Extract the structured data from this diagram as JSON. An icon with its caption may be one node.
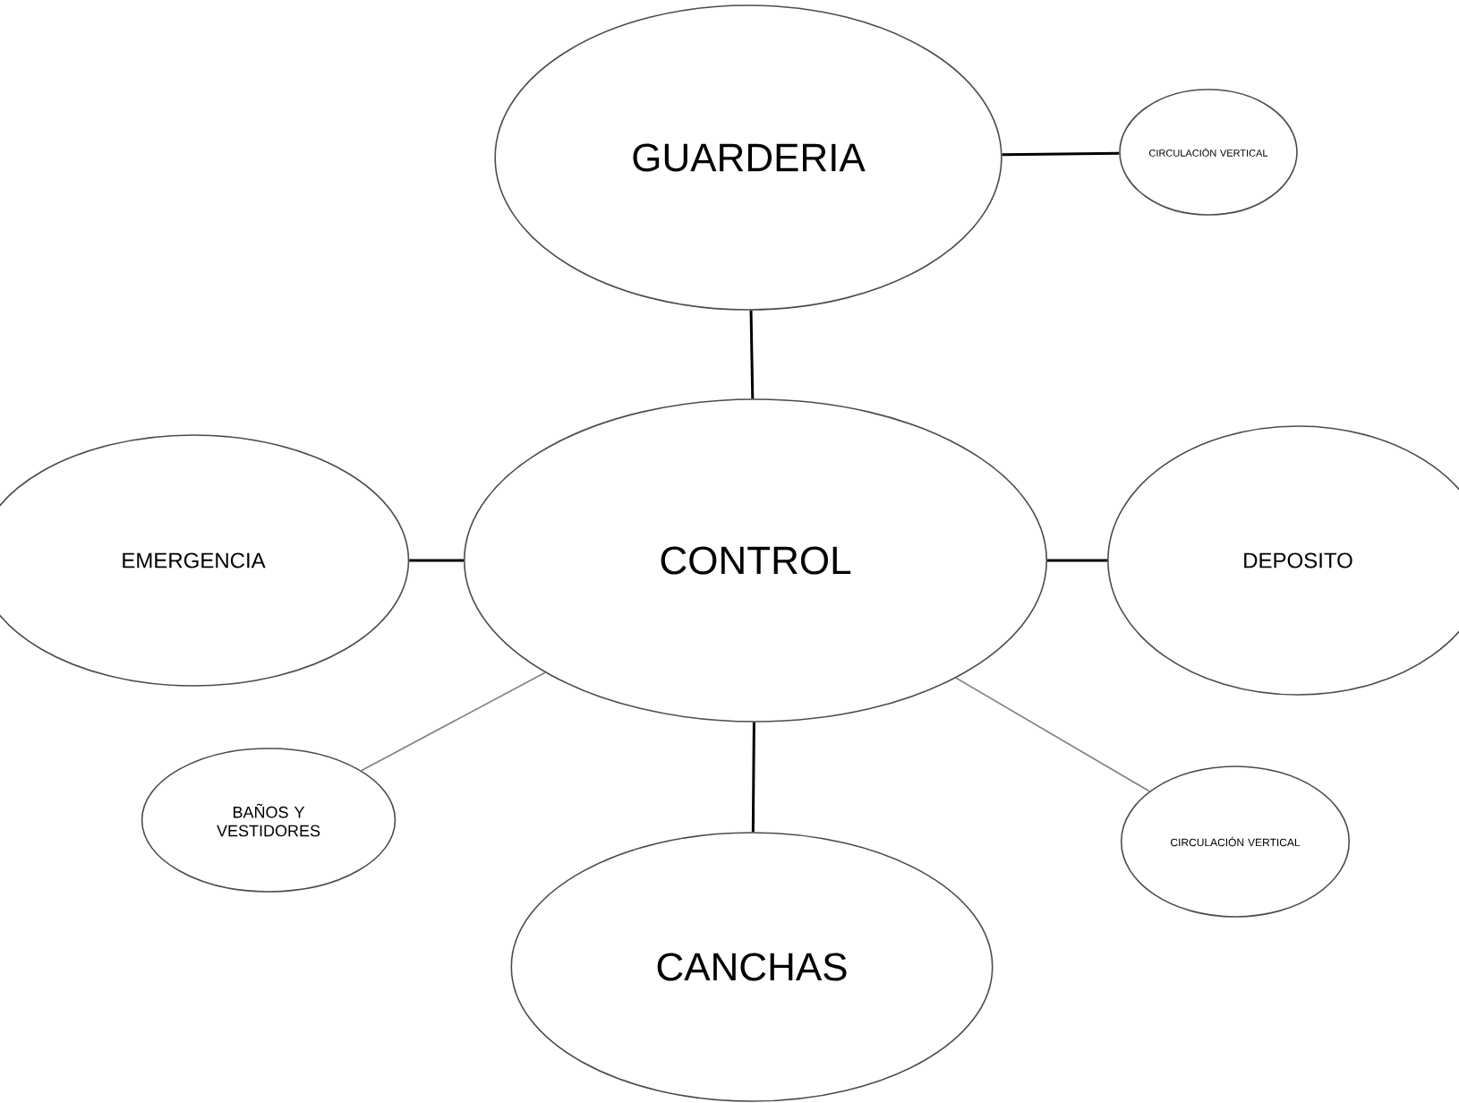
{
  "diagram": {
    "nodes": [
      {
        "text": [
          "GUARDERIA"
        ]
      },
      {
        "text": [
          "CIRCULACIÓN VERTICAL"
        ]
      },
      {
        "text": [
          "EMERGENCIA"
        ]
      },
      {
        "text": [
          "CONTROL"
        ]
      },
      {
        "text": [
          "DEPOSITO"
        ]
      },
      {
        "text": [
          "BAÑOS Y VESTIDORES"
        ]
      },
      {
        "text": [
          "CIRCULACIÓN VERTICAL"
        ]
      },
      {
        "text": [
          "CANCHAS"
        ]
      }
    ],
    "edges": [
      {
        "from": 0,
        "to": 1,
        "arrow": "none"
      },
      {
        "from": 0,
        "to": 3,
        "arrow": "none"
      },
      {
        "from": 2,
        "to": 3,
        "arrow": "none"
      },
      {
        "from": 3,
        "to": 4,
        "arrow": "none"
      },
      {
        "from": 3,
        "to": 5,
        "arrow": "none",
        "color": "#808080"
      },
      {
        "from": 3,
        "to": 6,
        "arrow": "none",
        "color": "#808080"
      },
      {
        "from": 3,
        "to": 7,
        "arrow": "none"
      }
    ]
  }
}
